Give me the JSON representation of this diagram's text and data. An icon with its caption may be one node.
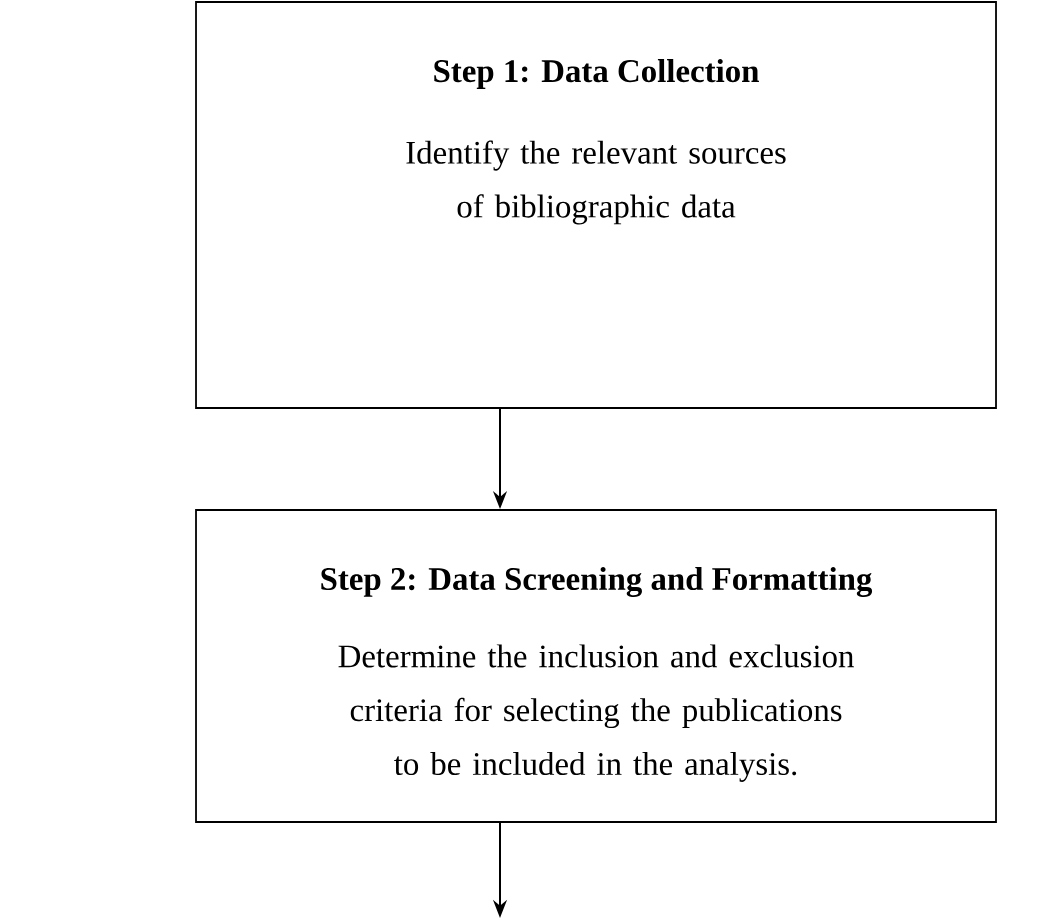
{
  "diagram": {
    "nodes": [
      {
        "text": [
          "Step 1: Data Collection",
          "Identify the relevant sources of bibliographic data"
        ]
      },
      {
        "text": [
          "Step 2: Data Screening and Formatting",
          "Determine the inclusion and exclusion criteria for selecting the publications to be included in the analysis."
        ]
      }
    ],
    "edges": [
      {
        "from": 0,
        "to": 1,
        "arrow": "to"
      },
      {
        "from": 1,
        "to": null,
        "arrow": "to"
      }
    ]
  }
}
